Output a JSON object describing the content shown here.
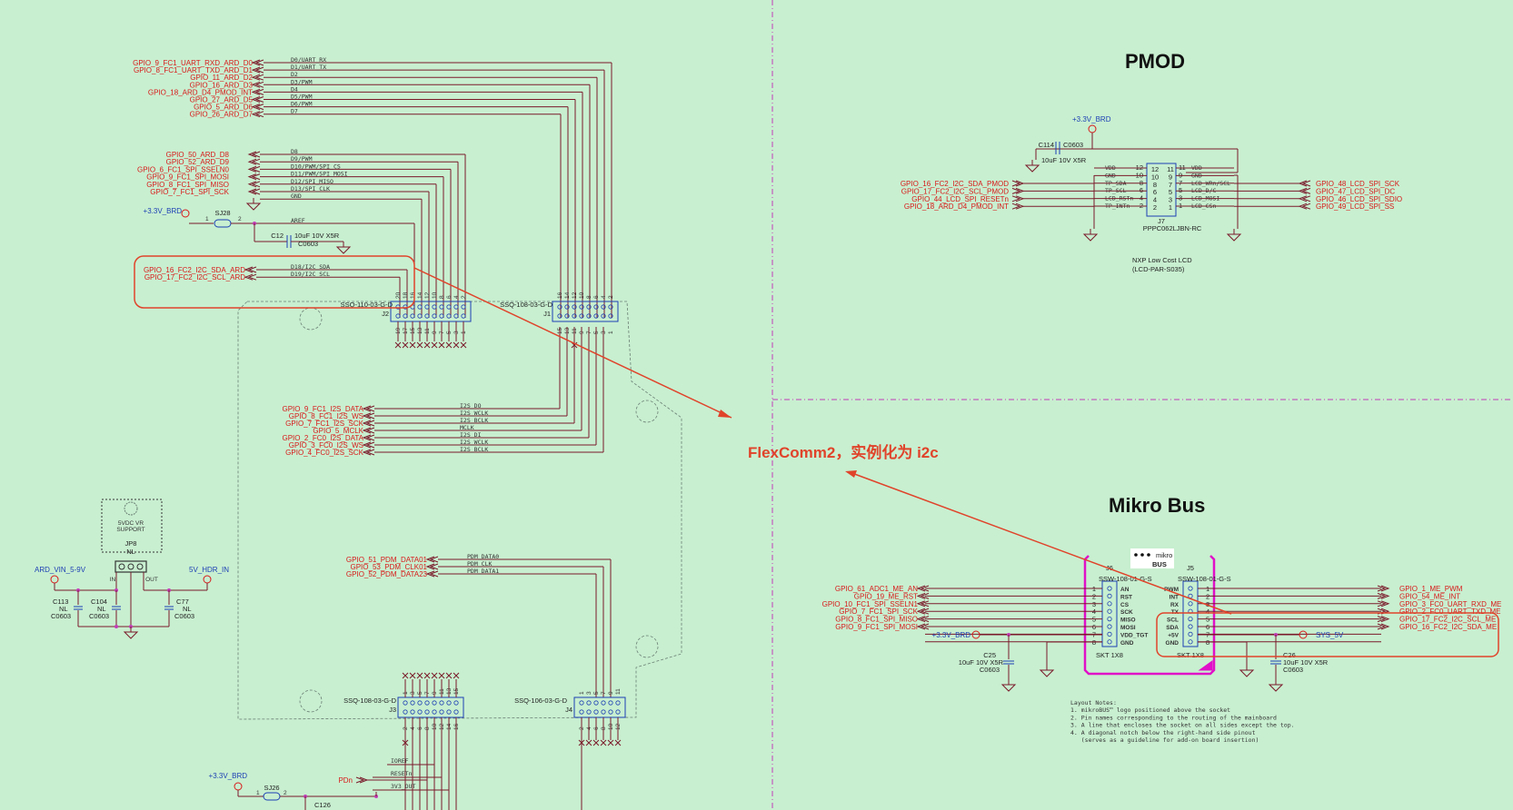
{
  "titles": {
    "pmod": "PMOD",
    "mikro": "Mikro Bus"
  },
  "annotation": "FlexComm2，实例化为 i2c",
  "power": {
    "v33": "+3.3V_BRD",
    "ard_vin": "ARD_VIN_5-9V",
    "hdr_in": "5V_HDR_IN",
    "sys5v": "SYS_5V",
    "pdn": "PDn"
  },
  "arduino": {
    "left_nets": [
      "GPIO_9_FC1_UART_RXD_ARD_D0",
      "GPIO_8_FC1_UART_TXD_ARD_D1",
      "GPIO_11_ARD_D2",
      "GPIO_16_ARD_D3",
      "GPIO_18_ARD_D4_PMOD_INT",
      "GPIO_27_ARD_D5",
      "GPIO_5_ARD_D6",
      "GPIO_26_ARD_D7"
    ],
    "left_sigs": [
      "D0/UART_RX",
      "D1/UART_TX",
      "D2",
      "D3/PWM",
      "D4",
      "D5/PWM",
      "D6/PWM",
      "D7"
    ],
    "mid_nets": [
      "GPIO_50_ARD_D8",
      "GPIO_52_ARD_D9",
      "GPIO_6_FC1_SPI_SSELN0",
      "GPIO_9_FC1_SPI_MOSI",
      "GPIO_8_FC1_SPI_MISO",
      "GPIO_7_FC1_SPI_SCK"
    ],
    "mid_sigs": [
      "D8",
      "D9/PWM",
      "D10/PWM/SPI_CS",
      "D11/PWM/SPI_MOSI",
      "D12/SPI_MISO",
      "D13/SPI_CLK",
      "GND"
    ],
    "aref": "AREF",
    "sj28": "SJ28",
    "c12": {
      "ref": "C12",
      "val": "10uF 10V X5R",
      "pkg": "C0603"
    },
    "i2c_nets": [
      "GPIO_16_FC2_I2C_SDA_ARD",
      "GPIO_17_FC2_I2C_SCL_ARD"
    ],
    "i2c_sigs": [
      "D18/I2C_SDA",
      "D19/I2C_SCL"
    ],
    "j2": {
      "ref": "J2",
      "part": "SSQ-110-03-G-D"
    },
    "j1": {
      "ref": "J1",
      "part": "SSQ-108-03-G-D"
    },
    "j2_top": [
      "20",
      "18",
      "16",
      "14",
      "12",
      "10",
      "8",
      "6",
      "4",
      "2"
    ],
    "j2_bot": [
      "19",
      "17",
      "15",
      "13",
      "11",
      "9",
      "7",
      "5",
      "3",
      "1"
    ],
    "j1_top": [
      "16",
      "14",
      "12",
      "10",
      "8",
      "6",
      "4",
      "2"
    ],
    "j1_bot": [
      "15",
      "13",
      "11",
      "9",
      "7",
      "5",
      "3",
      "1"
    ],
    "i2s_nets": [
      "GPIO_9_FC1_I2S_DATA",
      "GPIO_8_FC1_I2S_WS",
      "GPIO_7_FC1_I2S_SCK",
      "GPIO_5_MCLK",
      "GPIO_2_FC0_I2S_DATA",
      "GPIO_3_FC0_I2S_WS",
      "GPIO_4_FC0_I2S_SCK"
    ],
    "i2s_sigs": [
      "I2S_DO",
      "I2S_WCLK",
      "I2S_BCLK",
      "MCLK",
      "I2S_DI",
      "I2S_WCLK",
      "I2S_BCLK"
    ],
    "pdm_nets": [
      "GPIO_51_PDM_DATA01",
      "GPIO_53_PDM_CLK01",
      "GPIO_52_PDM_DATA23"
    ],
    "pdm_sigs": [
      "PDM_DATA0",
      "PDM_CLK",
      "PDM_DATA1"
    ],
    "j3": {
      "ref": "J3",
      "part": "SSQ-108-03-G-D"
    },
    "j4": {
      "ref": "J4",
      "part": "SSQ-106-03-G-D"
    },
    "j3_top": [
      "1",
      "3",
      "5",
      "7",
      "9",
      "11",
      "13",
      "15"
    ],
    "j3_bot": [
      "2",
      "4",
      "6",
      "8",
      "10",
      "12",
      "14",
      "16"
    ],
    "j4_top": [
      "1",
      "3",
      "5",
      "7",
      "9",
      "11"
    ],
    "j4_bot": [
      "2",
      "4",
      "6",
      "8",
      "10",
      "12"
    ],
    "bottom_sigs": [
      "IOREF",
      "RESETn",
      "3V3_OUT"
    ],
    "sj26": "SJ26",
    "c126": "C126"
  },
  "vr": {
    "box": [
      "5VDC VR",
      "SUPPORT"
    ],
    "jp": "JP8",
    "nl": "NL",
    "in": "IN",
    "out": "OUT",
    "caps": [
      {
        "ref": "C113",
        "val": "NL",
        "pkg": "C0603"
      },
      {
        "ref": "C104",
        "val": "NL",
        "pkg": "C0603"
      },
      {
        "ref": "C77",
        "val": "NL",
        "pkg": "C0603"
      }
    ]
  },
  "pmod": {
    "c114": {
      "ref": "C114",
      "pkg": "C0603",
      "val": "10uF 10V X5R"
    },
    "left_nets": [
      "GPIO_16_FC2_I2C_SDA_PMOD",
      "GPIO_17_FC2_I2C_SCL_PMOD",
      "GPIO_44_LCD_SPI_RESETn",
      "GPIO_18_ARD_D4_PMOD_INT"
    ],
    "left_sigs": [
      "VDD",
      "GND",
      "TP_SDA",
      "TP_SCL",
      "LCD_RSTn",
      "TP_INTn"
    ],
    "pins_l": [
      "12",
      "10",
      "8",
      "6",
      "4",
      "2"
    ],
    "inner_l": [
      "12",
      "10",
      "8",
      "6",
      "4",
      "2"
    ],
    "inner_r": [
      "11",
      "9",
      "7",
      "5",
      "3",
      "1"
    ],
    "pins_r": [
      "11",
      "9",
      "7",
      "5",
      "3",
      "1"
    ],
    "right_sigs": [
      "VDD",
      "GND",
      "LCD_WRn/SCL",
      "LCD_D/C",
      "LCD_MOSI",
      "LCD_CSn"
    ],
    "right_nets": [
      "GPIO_48_LCD_SPI_SCK",
      "GPIO_47_LCD_SPI_DC",
      "GPIO_46_LCD_SPI_SDIO",
      "GPIO_49_LCD_SPI_SS"
    ],
    "j7": {
      "ref": "J7",
      "part": "PPPC062LJBN-RC"
    },
    "note": [
      "NXP Low Cost LCD",
      "(LCD-PAR-S035)"
    ]
  },
  "mikro": {
    "logo": [
      "mikro",
      "BUS"
    ],
    "j6": {
      "ref": "J6",
      "part": "SSW-108-01-G-S",
      "pkg": "SKT 1X8"
    },
    "j5": {
      "ref": "J5",
      "part": "SSW-108-01-G-S",
      "pkg": "SKT 1X8"
    },
    "left_nets": [
      "GPIO_61_ADC1_ME_AN",
      "GPIO_19_ME_RST",
      "GPIO_10_FC1_SPI_SSELN1",
      "GPIO_7_FC1_SPI_SCK",
      "GPIO_8_FC1_SPI_MISO",
      "GPIO_9_FC1_SPI_MOSI"
    ],
    "left_sigs": [
      "AN",
      "RST",
      "CS",
      "SCK",
      "MISO",
      "MOSI",
      "VDD_TGT",
      "GND"
    ],
    "left_pins": [
      "1",
      "2",
      "3",
      "4",
      "5",
      "6",
      "7",
      "8"
    ],
    "right_sigs": [
      "PWM",
      "INT",
      "RX",
      "TX",
      "SCL",
      "SDA",
      "+5V",
      "GND"
    ],
    "right_pins": [
      "1",
      "2",
      "3",
      "4",
      "5",
      "6",
      "7",
      "8"
    ],
    "right_nets": [
      "GPIO_1_ME_PWM",
      "GPIO_54_ME_INT",
      "GPIO_3_FC0_UART_RXD_ME",
      "GPIO_2_FC0_UART_TXD_ME",
      "GPIO_17_FC2_I2C_SCL_ME",
      "GPIO_16_FC2_I2C_SDA_ME"
    ],
    "c25": {
      "ref": "C25",
      "val": "10uF 10V X5R",
      "pkg": "C0603"
    },
    "c26": {
      "ref": "C26",
      "val": "10uF 10V X5R",
      "pkg": "C0603"
    }
  },
  "layout_notes": [
    "Layout Notes:",
    "1. mikroBUS™ logo positioned above the socket",
    "2. Pin names corresponding to the routing of the mainboard",
    "3. A line that encloses the socket on all sides except the top.",
    "4. A diagonal notch below the right-hand side pinout",
    "   (serves as a guideline for add-on board insertion)"
  ],
  "colors": {
    "background": "#c8efd0",
    "net": "#d81919",
    "wire": "#7a1a2a",
    "component": "#1d3fb4",
    "annotation": "#e0432a",
    "divider": "#c23cb8"
  }
}
